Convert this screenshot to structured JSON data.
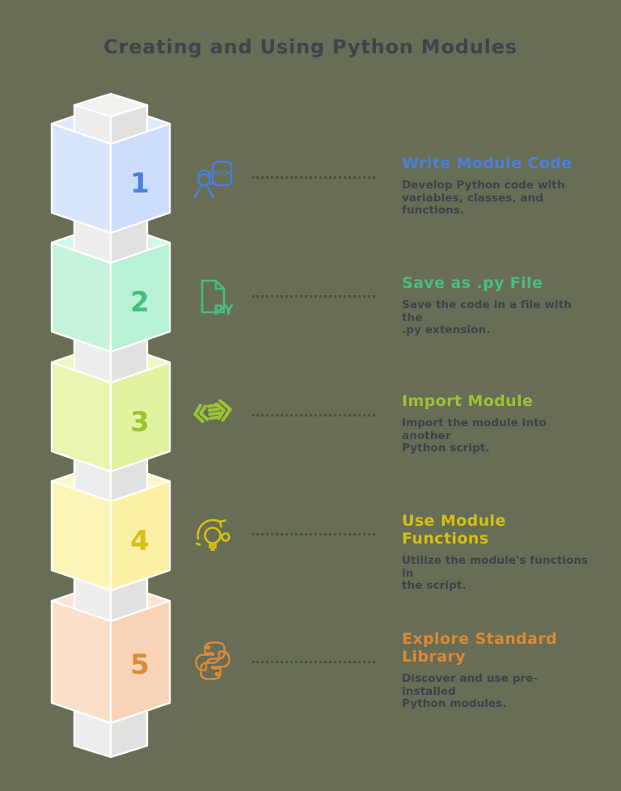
{
  "background_color": "#686d56",
  "title": "Creating and Using Python Modules",
  "title_color": "#3f444b",
  "connector_style": "dotted",
  "column_color": "#ececea",
  "steps": [
    {
      "number": "1",
      "accent": "#4a80dc",
      "icon": "developer-writing-code-icon",
      "icon_text": "</>",
      "title_lines": [
        "Write Module Code"
      ],
      "description_lines": [
        "Develop Python code with",
        "variables, classes, and functions."
      ],
      "cube_colors": {
        "top": "#dfe9fb",
        "left": "#d9e5fa",
        "right": "#cddefa"
      }
    },
    {
      "number": "2",
      "accent": "#46bd82",
      "icon": "py-file-icon",
      "icon_text": "PY",
      "title_lines": [
        "Save as .py File"
      ],
      "description_lines": [
        "Save the code in a file with the",
        ".py extension."
      ],
      "cube_colors": {
        "top": "#d2f7e4",
        "left": "#c5f4db",
        "right": "#b8f1d3"
      }
    },
    {
      "number": "3",
      "accent": "#9cc334",
      "icon": "import-arrows-icon",
      "icon_text": "",
      "title_lines": [
        "Import Module"
      ],
      "description_lines": [
        "Import the module into another",
        "Python script."
      ],
      "cube_colors": {
        "top": "#eef8c0",
        "left": "#e9f6b2",
        "right": "#e0f3a1"
      }
    },
    {
      "number": "4",
      "accent": "#d5c013",
      "icon": "lightbulb-refresh-icon",
      "icon_text": "",
      "title_lines": [
        "Use Module Functions"
      ],
      "description_lines": [
        "Utilize the module's functions in",
        "the script."
      ],
      "cube_colors": {
        "top": "#fdf8c8",
        "left": "#fdf5b8",
        "right": "#fcf0a4"
      }
    },
    {
      "number": "5",
      "accent": "#dd8a34",
      "icon": "python-logo-icon",
      "icon_text": "",
      "title_lines": [
        "Explore Standard",
        "Library"
      ],
      "description_lines": [
        "Discover and use pre-installed",
        "Python modules."
      ],
      "cube_colors": {
        "top": "#fce5d4",
        "left": "#fbdfc9",
        "right": "#f9d3b5"
      }
    }
  ]
}
